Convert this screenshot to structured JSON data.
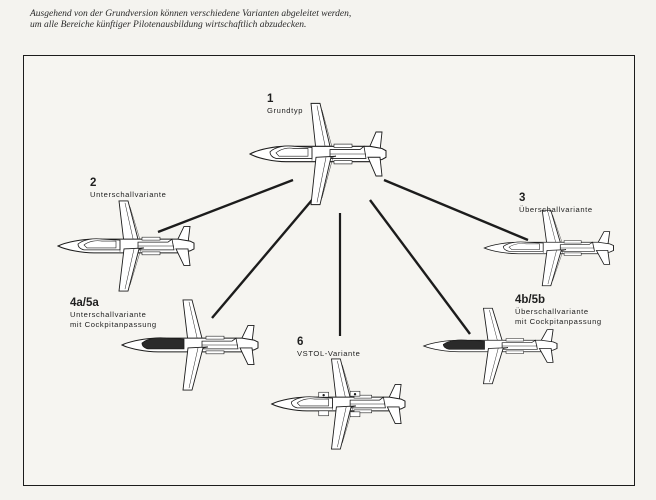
{
  "caption": {
    "line1": "Ausgehend von der Grundversion können verschiedene Varianten abgeleitet werden,",
    "line2": "um alle Bereiche künftiger Pilotenausbildung wirtschaftlich abzudecken."
  },
  "variants": [
    {
      "number": "1",
      "lines": [
        "Grundtyp"
      ]
    },
    {
      "number": "2",
      "lines": [
        "Unterschallvariante"
      ]
    },
    {
      "number": "3",
      "lines": [
        "Überschallvariante"
      ]
    },
    {
      "number": "4a/5a",
      "lines": [
        "Unterschallvariante",
        "mit Cockpitanpassung"
      ]
    },
    {
      "number": "4b/5b",
      "lines": [
        "Überschallvariante",
        "mit Cockpitanpassung"
      ]
    },
    {
      "number": "6",
      "lines": [
        "VSTOL-Variante"
      ]
    }
  ],
  "colors": {
    "line": "#1c1c1c",
    "aircraft_fill": "#ffffff",
    "canopy_dark": "#2a2a2a"
  }
}
